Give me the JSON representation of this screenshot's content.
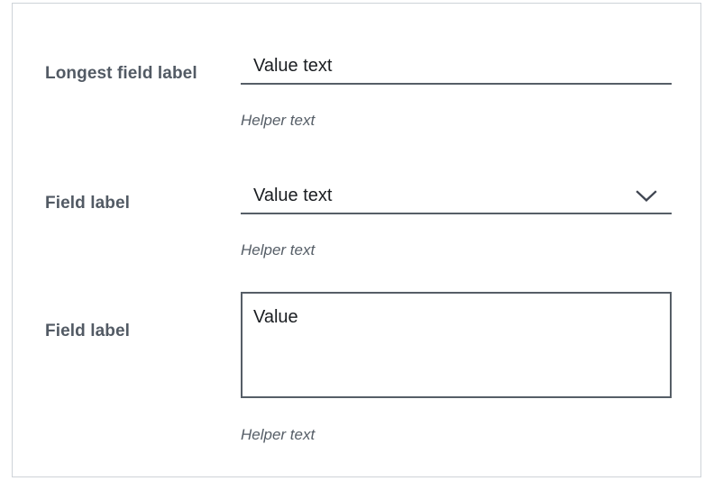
{
  "page": {
    "background_color": "#ffffff",
    "border_color": "#ced3d8"
  },
  "colors": {
    "label": "#525a64",
    "value": "#1a1d21",
    "helper": "#565e67",
    "field_line": "#565e67"
  },
  "form": {
    "fields": [
      {
        "type": "text-input",
        "label": "Longest field label",
        "value": "Value text",
        "helper": "Helper text"
      },
      {
        "type": "select",
        "label": "Field label",
        "value": "Value text",
        "helper": "Helper text",
        "icon": "chevron-down-icon"
      },
      {
        "type": "textarea",
        "label": "Field label",
        "value": "Value",
        "helper": "Helper text"
      }
    ]
  }
}
